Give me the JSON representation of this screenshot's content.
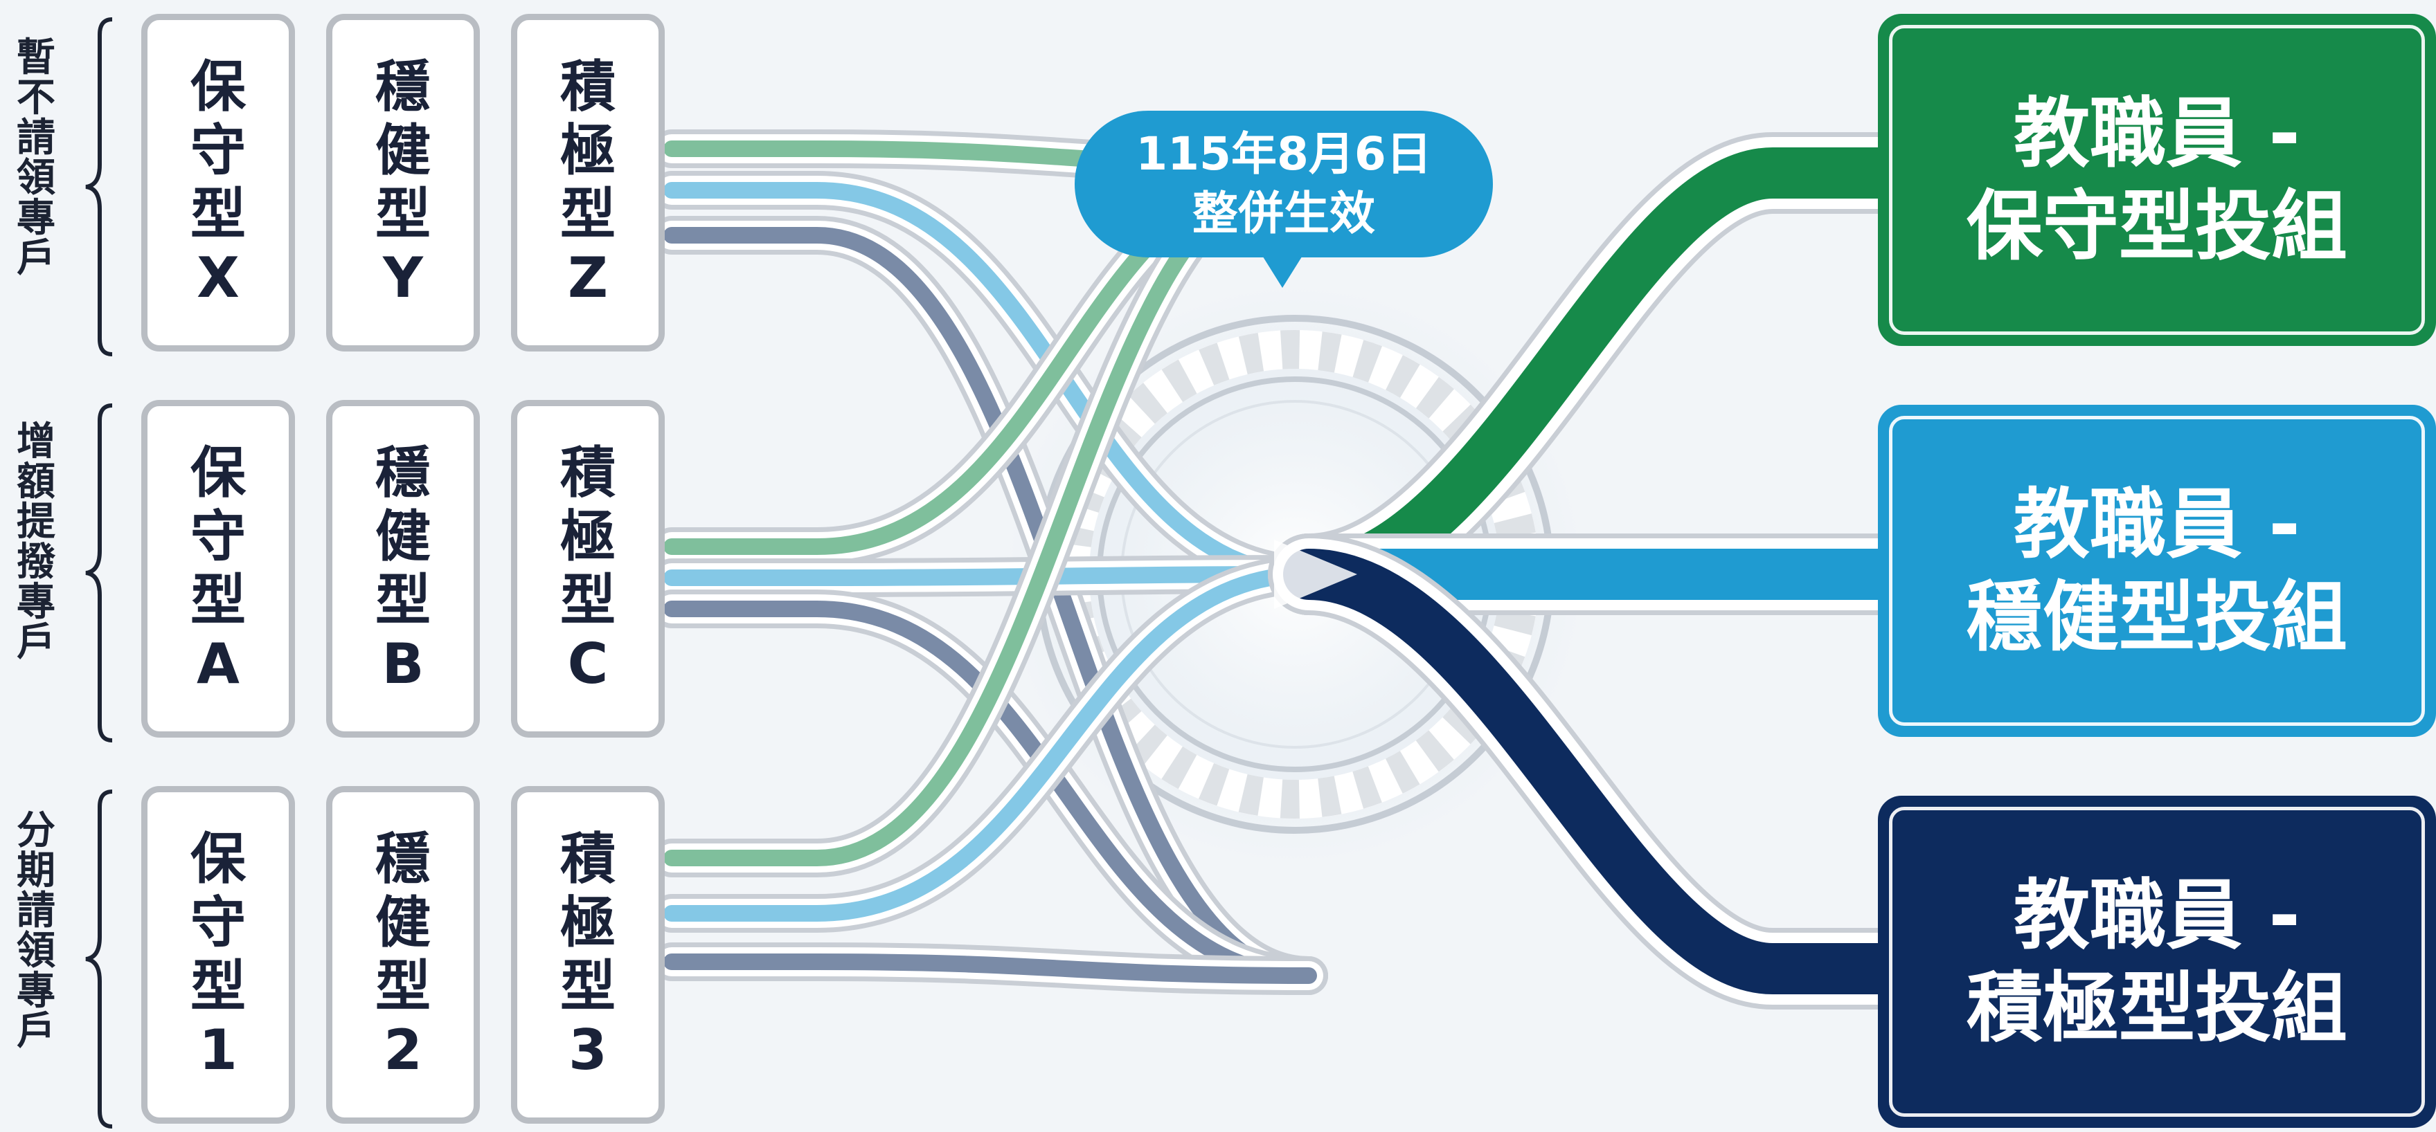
{
  "groups": [
    {
      "label": "暫不請領專戶",
      "funds": [
        {
          "label": "保守型X",
          "target": "conservative"
        },
        {
          "label": "穩健型Y",
          "target": "balanced"
        },
        {
          "label": "積極型Z",
          "target": "aggressive"
        }
      ]
    },
    {
      "label": "增額提撥專戶",
      "funds": [
        {
          "label": "保守型A",
          "target": "conservative"
        },
        {
          "label": "穩健型B",
          "target": "balanced"
        },
        {
          "label": "積極型C",
          "target": "aggressive"
        }
      ]
    },
    {
      "label": "分期請領專戶",
      "funds": [
        {
          "label": "保守型1",
          "target": "conservative"
        },
        {
          "label": "穩健型2",
          "target": "balanced"
        },
        {
          "label": "積極型3",
          "target": "aggressive"
        }
      ]
    }
  ],
  "merge_callout": {
    "date": "115年8月6日",
    "text": "整併生效"
  },
  "targets": [
    {
      "key": "conservative",
      "line1": "教職員 -",
      "line2": "保守型投組",
      "color": "#168a4a"
    },
    {
      "key": "balanced",
      "line1": "教職員 -",
      "line2": "穩健型投組",
      "color": "#1f9bd1"
    },
    {
      "key": "aggressive",
      "line1": "教職員 -",
      "line2": "積極型投組",
      "color": "#0d2b5e"
    }
  ]
}
